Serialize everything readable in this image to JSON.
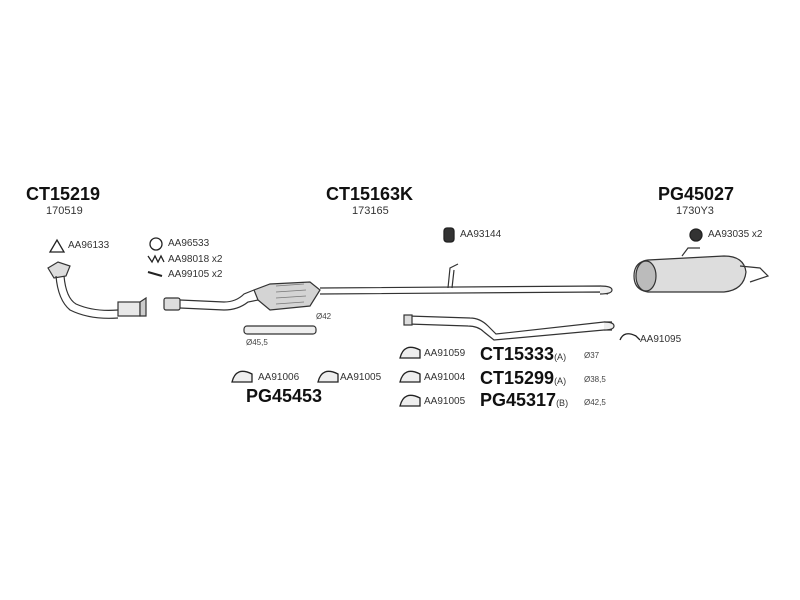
{
  "assemblies": {
    "front": {
      "code": "CT15219",
      "ref": "170519"
    },
    "middle": {
      "code": "CT15163K",
      "ref": "173165"
    },
    "rear": {
      "code": "PG45027",
      "ref": "1730Y3"
    }
  },
  "parts": {
    "aa96133": "AA96133",
    "aa96533": "AA96533",
    "aa98018": "AA98018 x2",
    "aa99105": "AA99105 x2",
    "aa93144": "AA93144",
    "aa93035": "AA93035 x2",
    "aa91095": "AA91095",
    "aa91006": "AA91006",
    "aa91005a": "AA91005",
    "aa91059": "AA91059",
    "aa91004": "AA91004",
    "aa91005b": "AA91005"
  },
  "dimensions": {
    "d42": "Ø42",
    "d455": "Ø45,5",
    "d37": "Ø37",
    "d385": "Ø38,5",
    "d425": "Ø42,5"
  },
  "kits": {
    "pg45453": "PG45453",
    "ct15333": {
      "code": "CT15333",
      "suffix": "(A)"
    },
    "ct15299": {
      "code": "CT15299",
      "suffix": "(A)"
    },
    "pg45317": {
      "code": "PG45317",
      "suffix": "(B)"
    }
  }
}
